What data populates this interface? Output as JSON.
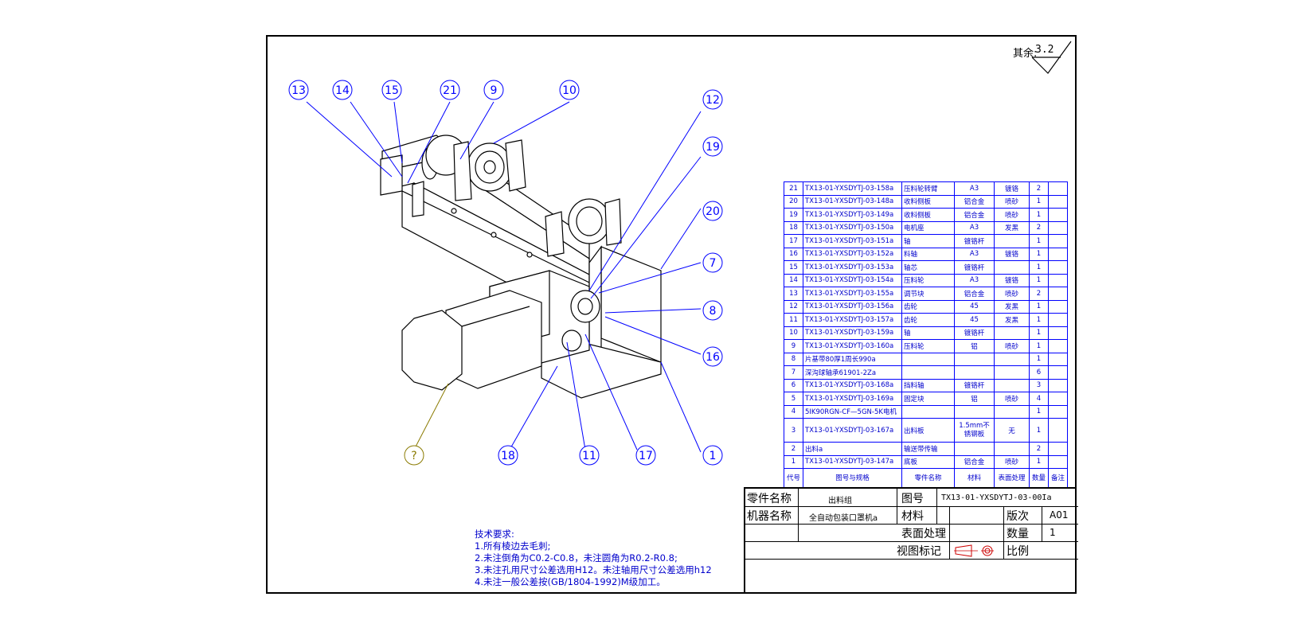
{
  "roughness": {
    "label": "其余:",
    "value": "3.2"
  },
  "balloons": [
    "13",
    "14",
    "15",
    "21",
    "9",
    "10",
    "12",
    "19",
    "20",
    "7",
    "8",
    "16",
    "1",
    "17",
    "11",
    "18",
    "?"
  ],
  "colors": {
    "callout": "#0000ff",
    "unknown": "#8a7a00",
    "frame": "#000000"
  },
  "bom": {
    "rows": [
      {
        "no": "21",
        "code": "TX13-01-YXSDYTJ-03-158a",
        "name": "压料轮转臂",
        "material": "A3",
        "surface": "镀铬",
        "qty": "2",
        "note": ""
      },
      {
        "no": "20",
        "code": "TX13-01-YXSDYTJ-03-148a",
        "name": "收料侧板",
        "material": "铝合金",
        "surface": "喷砂",
        "qty": "1",
        "note": ""
      },
      {
        "no": "19",
        "code": "TX13-01-YXSDYTJ-03-149a",
        "name": "收料侧板",
        "material": "铝合金",
        "surface": "喷砂",
        "qty": "1",
        "note": ""
      },
      {
        "no": "18",
        "code": "TX13-01-YXSDYTJ-03-150a",
        "name": "电机座",
        "material": "A3",
        "surface": "发黑",
        "qty": "2",
        "note": ""
      },
      {
        "no": "17",
        "code": "TX13-01-YXSDYTJ-03-151a",
        "name": "轴",
        "material": "镀铬杆",
        "surface": "",
        "qty": "1",
        "note": ""
      },
      {
        "no": "16",
        "code": "TX13-01-YXSDYTJ-03-152a",
        "name": "料轴",
        "material": "A3",
        "surface": "镀铬",
        "qty": "1",
        "note": ""
      },
      {
        "no": "15",
        "code": "TX13-01-YXSDYTJ-03-153a",
        "name": "轴芯",
        "material": "镀铬杆",
        "surface": "",
        "qty": "1",
        "note": ""
      },
      {
        "no": "14",
        "code": "TX13-01-YXSDYTJ-03-154a",
        "name": "压料轮",
        "material": "A3",
        "surface": "镀铬",
        "qty": "1",
        "note": ""
      },
      {
        "no": "13",
        "code": "TX13-01-YXSDYTJ-03-155a",
        "name": "调节块",
        "material": "铝合金",
        "surface": "喷砂",
        "qty": "2",
        "note": ""
      },
      {
        "no": "12",
        "code": "TX13-01-YXSDYTJ-03-156a",
        "name": "齿轮",
        "material": "45",
        "surface": "发黑",
        "qty": "1",
        "note": ""
      },
      {
        "no": "11",
        "code": "TX13-01-YXSDYTJ-03-157a",
        "name": "齿轮",
        "material": "45",
        "surface": "发黑",
        "qty": "1",
        "note": ""
      },
      {
        "no": "10",
        "code": "TX13-01-YXSDYTJ-03-159a",
        "name": "轴",
        "material": "镀铬杆",
        "surface": "",
        "qty": "1",
        "note": ""
      },
      {
        "no": "9",
        "code": "TX13-01-YXSDYTJ-03-160a",
        "name": "压料轮",
        "material": "铝",
        "surface": "喷砂",
        "qty": "1",
        "note": ""
      },
      {
        "no": "8",
        "code": "片基带80厚1周长990a",
        "name": "",
        "material": "",
        "surface": "",
        "qty": "1",
        "note": ""
      },
      {
        "no": "7",
        "code": "深沟球轴承61901-2Za",
        "name": "",
        "material": "",
        "surface": "",
        "qty": "6",
        "note": ""
      },
      {
        "no": "6",
        "code": "TX13-01-YXSDYTJ-03-168a",
        "name": "挡料轴",
        "material": "镀铬杆",
        "surface": "",
        "qty": "3",
        "note": ""
      },
      {
        "no": "5",
        "code": "TX13-01-YXSDYTJ-03-169a",
        "name": "固定块",
        "material": "铝",
        "surface": "喷砂",
        "qty": "4",
        "note": ""
      },
      {
        "no": "4",
        "code": "5IK90RGN-CF—5GN-5K电机",
        "name": "",
        "material": "",
        "surface": "",
        "qty": "1",
        "note": ""
      },
      {
        "no": "3",
        "code": "TX13-01-YXSDYTJ-03-167a",
        "name": "出料板",
        "material": "1.5mm不锈钢板",
        "surface": "无",
        "qty": "1",
        "note": "",
        "tall": true
      },
      {
        "no": "2",
        "code": "出料a",
        "name": "输送带传输",
        "material": "",
        "surface": "",
        "qty": "2",
        "note": ""
      },
      {
        "no": "1",
        "code": "TX13-01-YXSDYTJ-03-147a",
        "name": "底板",
        "material": "铝合金",
        "surface": "喷砂",
        "qty": "1",
        "note": ""
      }
    ],
    "header": {
      "no": "代号",
      "code": "图号与规格",
      "name": "零件名称",
      "material": "材料",
      "surface": "表面处理",
      "qty": "数量",
      "note": "备注"
    }
  },
  "title_block": {
    "part_name_label": "零件名称",
    "part_name": "出料组",
    "drawing_no_label": "图号",
    "drawing_no": "TX13-01-YXSDYTJ-03-00Ia",
    "machine_label": "机器名称",
    "machine_name": "全自动包装口罩机a",
    "material_label": "材料",
    "version_label": "版次",
    "version": "A01",
    "surface_label": "表面处理",
    "qty_label": "数量",
    "qty": "1",
    "view_label": "视图标记",
    "scale_label": "比例"
  },
  "tech": {
    "title": "技术要求:",
    "items": [
      "1.所有棱边去毛刺;",
      "2.未注倒角为C0.2-C0.8，未注圆角为R0.2-R0.8;",
      "3.未注孔用尺寸公差选用H12。未注轴用尺寸公差选用h12",
      "4.未注一般公差按(GB/1804-1992)M级加工。"
    ]
  }
}
